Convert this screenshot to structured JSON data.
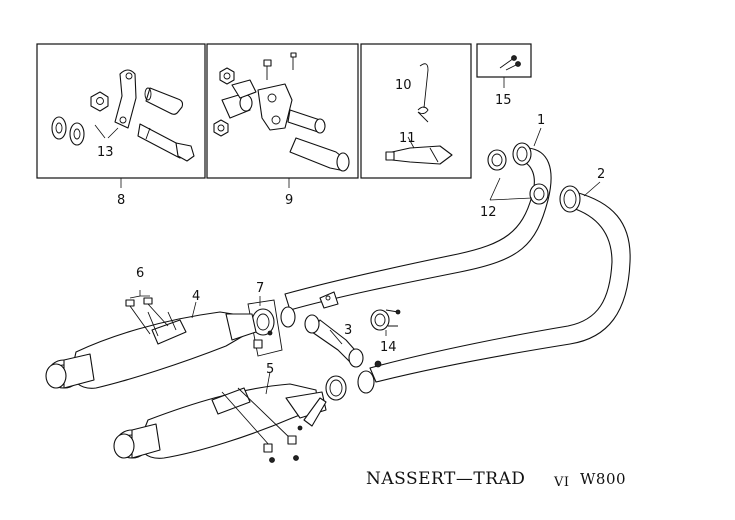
{
  "footer": {
    "title": "NASSERT—TRAD",
    "section": "VI",
    "model": "W800"
  },
  "callouts": {
    "p1": "1",
    "p2": "2",
    "p3": "3",
    "p4": "4",
    "p5": "5",
    "p6": "6",
    "p7": "7",
    "p8": "8",
    "p9": "9",
    "p10": "10",
    "p11": "11",
    "p12": "12",
    "p13": "13",
    "p14": "14",
    "p15": "15"
  }
}
